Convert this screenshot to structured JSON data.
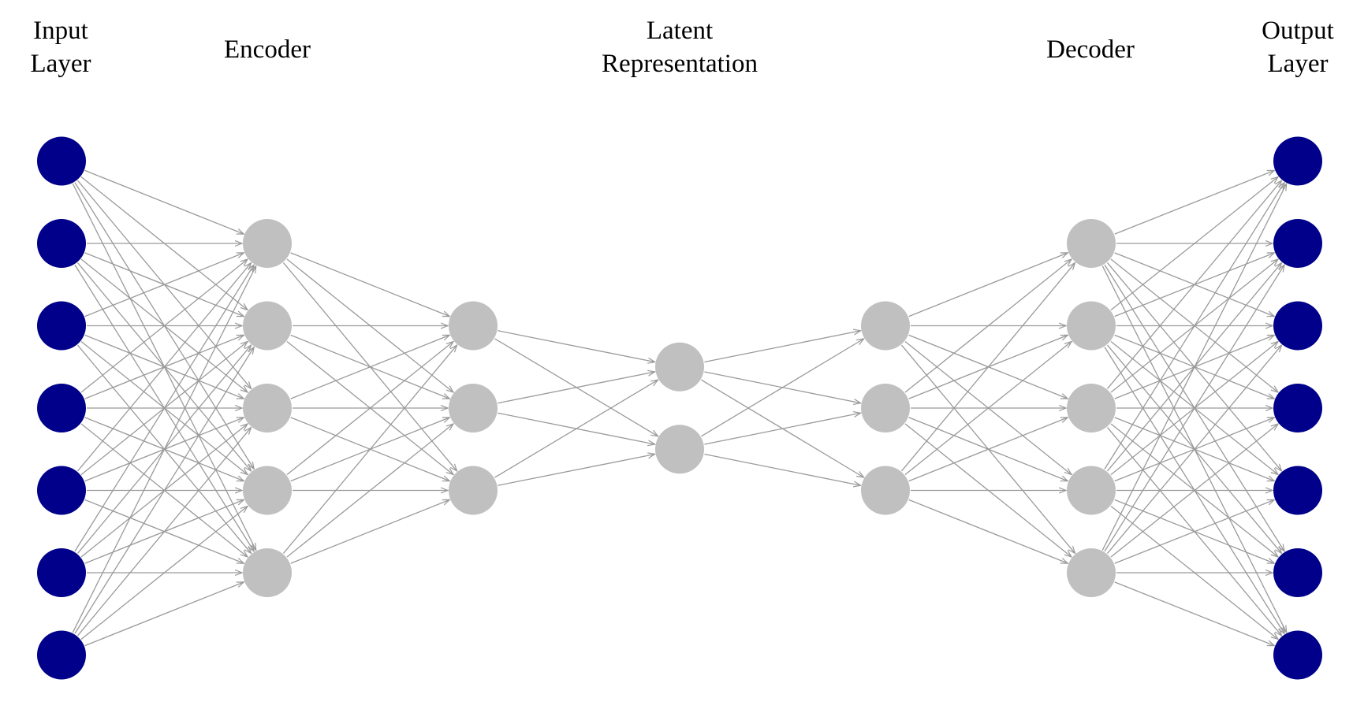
{
  "titles": {
    "input": [
      "Input",
      "Layer"
    ],
    "encoder": [
      "Encoder"
    ],
    "latent": [
      "Latent",
      "Representation"
    ],
    "decoder": [
      "Decoder"
    ],
    "output": [
      "Output",
      "Layer"
    ]
  },
  "colors": {
    "io_node": "#00008b",
    "hidden_node": "#c0c0c0",
    "edge": "#9a9a9a",
    "text": "#000000"
  },
  "layers": [
    {
      "id": "input",
      "node_count": 7,
      "node_color": "io_node"
    },
    {
      "id": "encoder-1",
      "node_count": 5,
      "node_color": "hidden_node"
    },
    {
      "id": "encoder-2",
      "node_count": 3,
      "node_color": "hidden_node"
    },
    {
      "id": "latent",
      "node_count": 2,
      "node_color": "hidden_node"
    },
    {
      "id": "decoder-1",
      "node_count": 3,
      "node_color": "hidden_node"
    },
    {
      "id": "decoder-2",
      "node_count": 5,
      "node_color": "hidden_node"
    },
    {
      "id": "output",
      "node_count": 7,
      "node_color": "io_node"
    }
  ],
  "connectivity": "fully-connected",
  "edge_arrowheads": true
}
